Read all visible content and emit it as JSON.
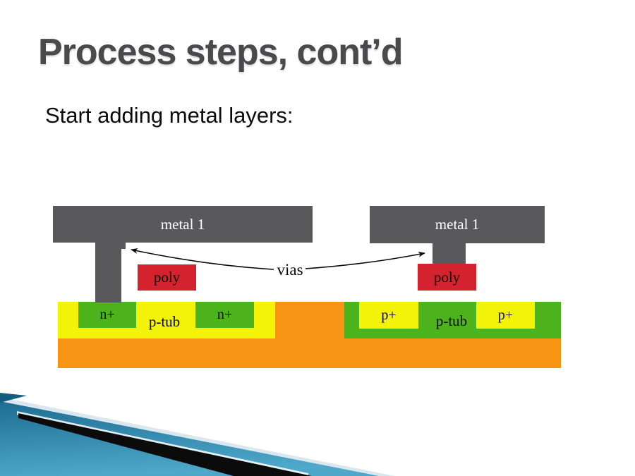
{
  "slide": {
    "title": "Process steps, cont’d",
    "subtitle": "Start adding metal layers:"
  },
  "diagram": {
    "vias_label": "vias",
    "left_device": {
      "metal_label": "metal 1",
      "poly_label": "poly",
      "tub_label": "p-tub",
      "diffusion_left_label": "n+",
      "diffusion_right_label": "n+"
    },
    "right_device": {
      "metal_label": "metal 1",
      "poly_label": "poly",
      "tub_label": "p-tub",
      "diffusion_left_label": "p+",
      "diffusion_right_label": "p+"
    }
  },
  "colors": {
    "title_gray": "#4a4a4c",
    "metal_gray": "#59595b",
    "poly_red": "#d4232e",
    "tub_yellow": "#f2f308",
    "diffusion_green": "#4db31d",
    "substrate_orange": "#f79413",
    "footer_teal_dark": "#1d6d92",
    "footer_teal_light": "#4da8ca",
    "footer_teal_sliver": "#135d7d",
    "footer_pale": "#dbe7ee",
    "footer_black": "#0b0b0b"
  }
}
